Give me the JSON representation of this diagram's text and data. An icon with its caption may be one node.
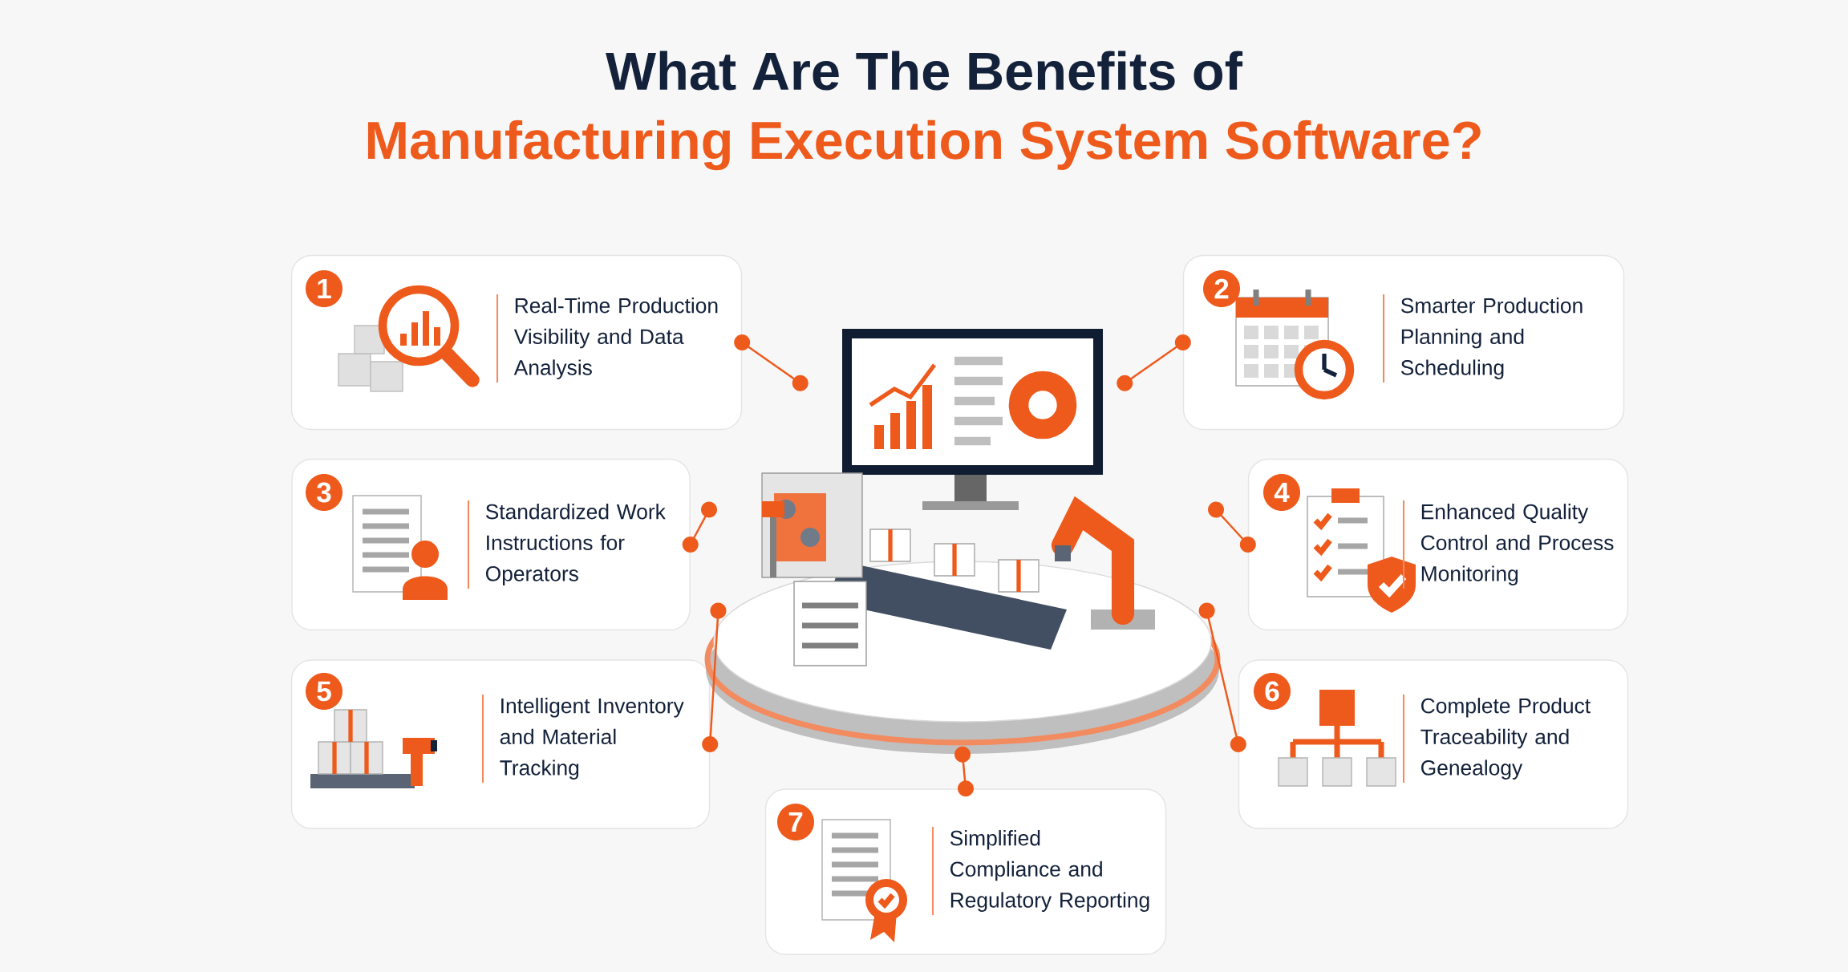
{
  "diagram": {
    "title": "What Are The Benefits of",
    "nodes": [
      {
        "text": [
          "1",
          "Real-Time Production Visibility and Data Analysis"
        ]
      },
      {
        "text": [
          "2",
          "Smarter Production Planning and Scheduling"
        ]
      },
      {
        "text": [
          "3",
          "Standardized Work Instructions for Operators"
        ]
      },
      {
        "text": [
          "4",
          "Enhanced Quality Control and Process Monitoring"
        ]
      },
      {
        "text": [
          "5",
          "Intelligent Inventory and Material Tracking"
        ]
      },
      {
        "text": [
          "6",
          "Complete Product Traceability and Genealogy"
        ]
      },
      {
        "text": [
          "7",
          "Simplified Compliance and Regulatory Reporting"
        ]
      },
      {
        "text": [],
        "shape": "picture"
      }
    ],
    "edges": [
      {
        "from": 0,
        "to": 7,
        "arrow": "other"
      },
      {
        "from": 1,
        "to": 7,
        "arrow": "other"
      },
      {
        "from": 2,
        "to": 7,
        "arrow": "other"
      },
      {
        "from": 3,
        "to": 7,
        "arrow": "other"
      },
      {
        "from": 4,
        "to": 7,
        "arrow": "other"
      },
      {
        "from": 5,
        "to": 7,
        "arrow": "other"
      },
      {
        "from": 6,
        "to": 7,
        "arrow": "other"
      }
    ],
    "labels": [
      "Manufacturing Execution System Software?"
    ]
  }
}
